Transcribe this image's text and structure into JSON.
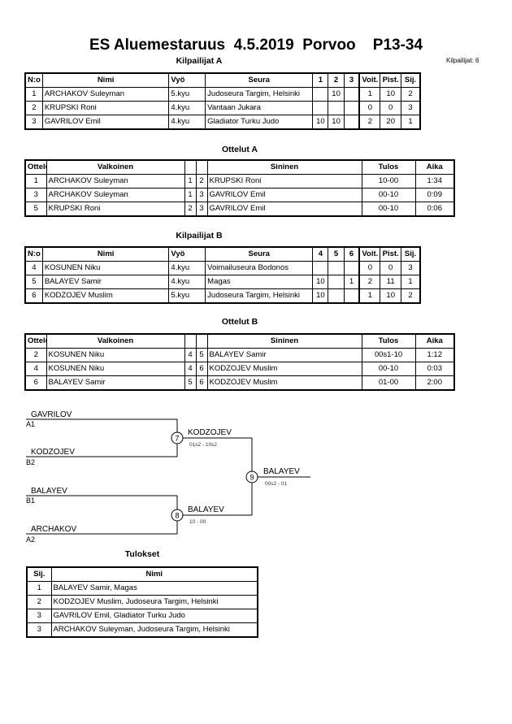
{
  "title": "ES Aluemestaruus  4.5.2019  Porvoo    P13-34",
  "competitors_count": "Kilpailijat: 6",
  "pool_a": {
    "heading": "Kilpailijat A",
    "headers": [
      "N:o",
      "Nimi",
      "Vyö",
      "Seura",
      "1",
      "2",
      "3",
      "Voit.",
      "Pist.",
      "Sij."
    ],
    "rows": [
      [
        "1",
        "ARCHAKOV Suleyman",
        "5.kyu",
        "Judoseura Targim, Helsinki",
        "",
        "10",
        "",
        "1",
        "10",
        "2"
      ],
      [
        "2",
        "KRUPSKI Roni",
        "4.kyu",
        "Vantaan Jukara",
        "",
        "",
        "",
        "0",
        "0",
        "3"
      ],
      [
        "3",
        "GAVRILOV Emil",
        "4.kyu",
        "Gladiator Turku Judo",
        "10",
        "10",
        "",
        "2",
        "20",
        "1"
      ]
    ]
  },
  "matches_a": {
    "heading": "Ottelut A",
    "headers": [
      "Ottelu",
      "Valkoinen",
      "Sininen",
      "Tulos",
      "Aika"
    ],
    "rows": [
      [
        "1",
        "ARCHAKOV Suleyman",
        "1",
        "2",
        "KRUPSKI Roni",
        "10-00",
        "1:34"
      ],
      [
        "3",
        "ARCHAKOV Suleyman",
        "1",
        "3",
        "GAVRILOV Emil",
        "00-10",
        "0:09"
      ],
      [
        "5",
        "KRUPSKI Roni",
        "2",
        "3",
        "GAVRILOV Emil",
        "00-10",
        "0:06"
      ]
    ]
  },
  "pool_b": {
    "heading": "Kilpailijat B",
    "headers": [
      "N:o",
      "Nimi",
      "Vyö",
      "Seura",
      "4",
      "5",
      "6",
      "Voit.",
      "Pist.",
      "Sij."
    ],
    "rows": [
      [
        "4",
        "KOSUNEN Niku",
        "4.kyu",
        "Voimailuseura Bodonos",
        "",
        "",
        "",
        "0",
        "0",
        "3"
      ],
      [
        "5",
        "BALAYEV Samir",
        "4.kyu",
        "Magas",
        "10",
        "",
        "1",
        "2",
        "11",
        "1"
      ],
      [
        "6",
        "KODZOJEV Muslim",
        "5.kyu",
        "Judoseura Targim, Helsinki",
        "10",
        "",
        "",
        "1",
        "10",
        "2"
      ]
    ]
  },
  "matches_b": {
    "heading": "Ottelut B",
    "headers": [
      "Ottelu",
      "Valkoinen",
      "Sininen",
      "Tulos",
      "Aika"
    ],
    "rows": [
      [
        "2",
        "KOSUNEN Niku",
        "4",
        "5",
        "BALAYEV Samir",
        "00s1-10",
        "1:12"
      ],
      [
        "4",
        "KOSUNEN Niku",
        "4",
        "6",
        "KODZOJEV Muslim",
        "00-10",
        "0:03"
      ],
      [
        "6",
        "BALAYEV Samir",
        "5",
        "6",
        "KODZOJEV Muslim",
        "01-00",
        "2:00"
      ]
    ]
  },
  "bracket": {
    "a1": "GAVRILOV",
    "a1_seed": "A1",
    "b2": "KODZOJEV",
    "b2_seed": "B2",
    "b1": "BALAYEV",
    "b1_seed": "B1",
    "a2": "ARCHAKOV",
    "a2_seed": "A2",
    "m7": "7",
    "m7_winner": "KODZOJEV",
    "m7_score": "01s2 - 10s2",
    "m8": "8",
    "m8_winner": "BALAYEV",
    "m8_score": "10 - 00",
    "m9": "9",
    "m9_winner": "BALAYEV",
    "m9_score": "00s2 - 01"
  },
  "results": {
    "heading": "Tulokset",
    "headers": [
      "Sij.",
      "Nimi"
    ],
    "rows": [
      [
        "1",
        "BALAYEV Samir, Magas"
      ],
      [
        "2",
        "KODZOJEV Muslim, Judoseura Targim, Helsinki"
      ],
      [
        "3",
        "GAVRILOV Emil, Gladiator Turku Judo"
      ],
      [
        "3",
        "ARCHAKOV Suleyman, Judoseura Targim, Helsinki"
      ]
    ]
  }
}
